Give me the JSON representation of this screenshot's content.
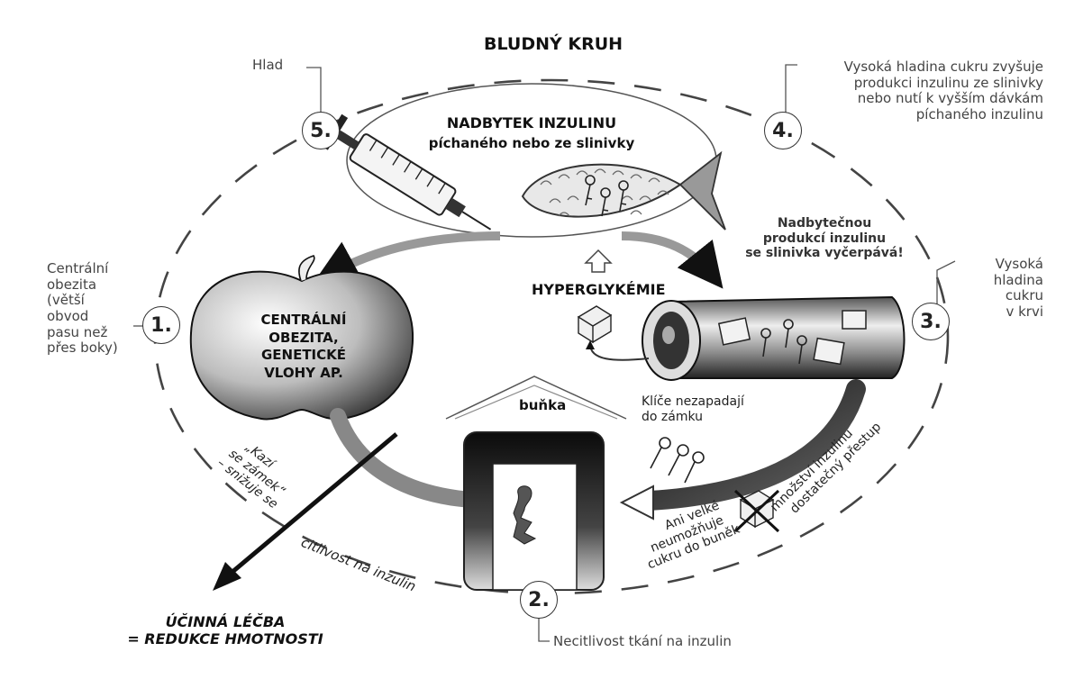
{
  "title": "BLUDNÝ KRUH",
  "steps": [
    {
      "num": "5.",
      "label": "Hlad"
    },
    {
      "num": "4.",
      "label": [
        "Vysoká hladina cukru zvyšuje",
        "produkci inzulinu ze slinivky",
        "nebo nutí k vyšším dávkám",
        "píchaného inzulinu"
      ]
    },
    {
      "num": "3.",
      "label": [
        "Vysoká",
        "hladina",
        "cukru",
        "v krvi"
      ]
    },
    {
      "num": "2.",
      "label": "Necitlivost tkání na inzulin"
    },
    {
      "num": "1.",
      "label": [
        "Centrální",
        "obezita",
        "(větší",
        "obvod",
        "pasu než",
        "přes boky)"
      ]
    }
  ],
  "insulin_excess": {
    "title": "NADBYTEK INZULINU",
    "subtitle": "píchaného nebo ze slinivky"
  },
  "pancreas_note": [
    "Nadbytečnou",
    "produkcí inzulinu",
    "se slinivka vyčerpává!"
  ],
  "hyperglycemia": "HYPERGLYKÉMIE",
  "apple_text": [
    "CENTRÁLNÍ",
    "OBEZITA,",
    "GENETICKÉ",
    "VLOHY AP."
  ],
  "cell": "buňka",
  "keys_note": [
    "Klíče nezapadají",
    "do zámku"
  ],
  "lock_note": {
    "l1": "„Kazí",
    "l2": "se zámek“",
    "l3": "– snižuje se",
    "l4": "citlivost na inzulin"
  },
  "big_arrow_note": {
    "l1": "Ani velké",
    "l2": "neumožňuje",
    "l3": "cukru do buněk",
    "l4": "množství inzulinu",
    "l5": "dostatečný přestup"
  },
  "treatment": {
    "l1": "ÚČINNÁ LÉČBA",
    "l2": "= REDUKCE HMOTNOSTI"
  }
}
